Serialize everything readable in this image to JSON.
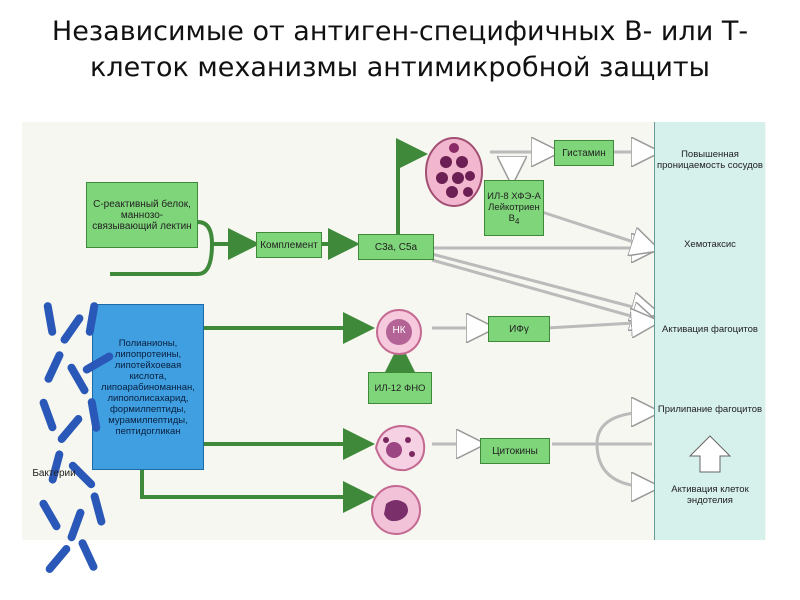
{
  "title": "Независимые от антиген-специфичных В- или Т-клеток  механизмы антимикробной защиты",
  "labels": {
    "crp": "С-реактивный белок, маннозо-связывающий лектин",
    "polyanions": "Полианионы, липопротеины, липотейхоевая кислота, липоарабиноманнан, липополисахарид, формилпептиды, мурамилпептиды, пептидогликан",
    "complement": "Комплемент",
    "c3a_c5a": "С3а, С5а",
    "histamine": "Гистамин",
    "il8_group": "ИЛ-8 ХФЭ-А Лейкотриен В",
    "il8_sub": "4",
    "nk": "НК",
    "ifn": "ИФγ",
    "il12": "ИЛ-12 ФНО",
    "cytokines": "Цитокины",
    "bacteria": "Бактерии"
  },
  "outcomes": [
    "Повышенная проницаемость сосудов",
    "Хемотаксис",
    "Активация фагоцитов",
    "Прилипание фагоцитов",
    "Активация клеток эндотелия"
  ],
  "colors": {
    "green": "#7fd67a",
    "cyan": "#d6f0ec",
    "blue": "#3f9fe0",
    "cell_pink": "#f2b7cf",
    "nucleus": "#6b1f52"
  }
}
